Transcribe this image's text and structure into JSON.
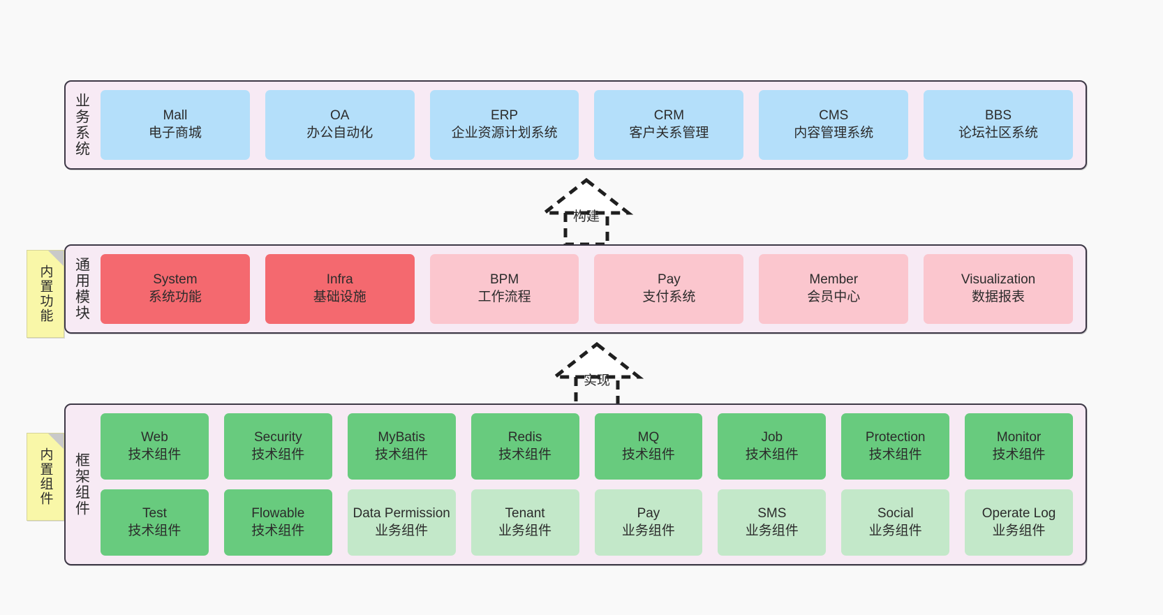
{
  "diagram": {
    "background": "#f9f9f9",
    "container_fill": "#f7eaf4",
    "container_border": "#3d3846"
  },
  "layers": [
    {
      "id": "business",
      "title": "业务系统",
      "color": "#b4dffa",
      "rows": [
        [
          {
            "name": "Mall",
            "desc": "电子商城"
          },
          {
            "name": "OA",
            "desc": "办公自动化"
          },
          {
            "name": "ERP",
            "desc": "企业资源计划系统"
          },
          {
            "name": "CRM",
            "desc": "客户关系管理"
          },
          {
            "name": "CMS",
            "desc": "内容管理系统"
          },
          {
            "name": "BBS",
            "desc": "论坛社区系统"
          }
        ]
      ]
    },
    {
      "id": "common",
      "title": "通用模块",
      "note": "内置功能",
      "note_color": "#f9f7a8",
      "rows": [
        [
          {
            "name": "System",
            "desc": "系统功能",
            "color": "#f4696f"
          },
          {
            "name": "Infra",
            "desc": "基础设施",
            "color": "#f4696f"
          },
          {
            "name": "BPM",
            "desc": "工作流程",
            "color": "#fbc6ce"
          },
          {
            "name": "Pay",
            "desc": "支付系统",
            "color": "#fbc6ce"
          },
          {
            "name": "Member",
            "desc": "会员中心",
            "color": "#fbc6ce"
          },
          {
            "name": "Visualization",
            "desc": "数据报表",
            "color": "#fbc6ce"
          }
        ]
      ]
    },
    {
      "id": "framework",
      "title": "框架组件",
      "note": "内置组件",
      "note_color": "#f9f7a8",
      "rows": [
        [
          {
            "name": "Web",
            "desc": "技术组件",
            "color": "#68cb7e"
          },
          {
            "name": "Security",
            "desc": "技术组件",
            "color": "#68cb7e"
          },
          {
            "name": "MyBatis",
            "desc": "技术组件",
            "color": "#68cb7e"
          },
          {
            "name": "Redis",
            "desc": "技术组件",
            "color": "#68cb7e"
          },
          {
            "name": "MQ",
            "desc": "技术组件",
            "color": "#68cb7e"
          },
          {
            "name": "Job",
            "desc": "技术组件",
            "color": "#68cb7e"
          },
          {
            "name": "Protection",
            "desc": "技术组件",
            "color": "#68cb7e"
          },
          {
            "name": "Monitor",
            "desc": "技术组件",
            "color": "#68cb7e"
          }
        ],
        [
          {
            "name": "Test",
            "desc": "技术组件",
            "color": "#68cb7e"
          },
          {
            "name": "Flowable",
            "desc": "技术组件",
            "color": "#68cb7e"
          },
          {
            "name": "Data Permission",
            "desc": "业务组件",
            "color": "#c3e8c9"
          },
          {
            "name": "Tenant",
            "desc": "业务组件",
            "color": "#c3e8c9"
          },
          {
            "name": "Pay",
            "desc": "业务组件",
            "color": "#c3e8c9"
          },
          {
            "name": "SMS",
            "desc": "业务组件",
            "color": "#c3e8c9"
          },
          {
            "name": "Social",
            "desc": "业务组件",
            "color": "#c3e8c9"
          },
          {
            "name": "Operate Log",
            "desc": "业务组件",
            "color": "#c3e8c9"
          }
        ]
      ]
    }
  ],
  "arrows": [
    {
      "id": "build",
      "label": "构建"
    },
    {
      "id": "implement",
      "label": "实现"
    }
  ]
}
